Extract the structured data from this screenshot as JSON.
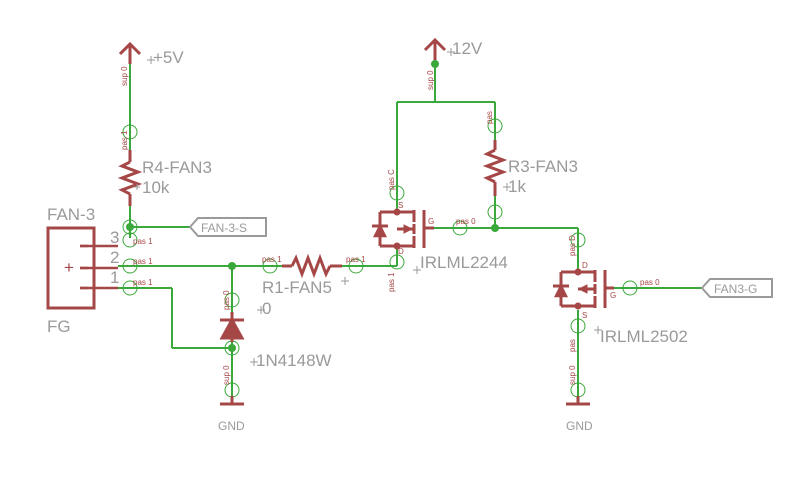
{
  "power": {
    "v5": "+5V",
    "v12": "12V",
    "gnd_left": "GND",
    "gnd_right": "GND"
  },
  "connector": {
    "name": "FAN-3",
    "value": "FG",
    "pins": [
      "3",
      "2",
      "1"
    ],
    "plus": "+"
  },
  "parts": {
    "r4_name": "R4-FAN3",
    "r4_value": "10k",
    "r1_name": "R1-FAN5",
    "r1_value": "0",
    "r3_name": "R3-FAN3",
    "r3_value": "1k",
    "d1_name": "1N4148W",
    "q1_name": "IRLML2244",
    "q2_name": "IRLML2502"
  },
  "flags": {
    "fan_s": "FAN-3-S",
    "fan_g": "FAN3-G"
  },
  "pin_labels": {
    "pas1": "pas 1",
    "pas0": "pas 0",
    "sup0": "sup 0",
    "pas_c": "pas C",
    "pas_d": "pas D",
    "s": "S",
    "d": "D",
    "g": "G"
  },
  "colors": {
    "net": "#3aa83a",
    "symbol": "#a64747",
    "label": "#9a9a9a"
  }
}
